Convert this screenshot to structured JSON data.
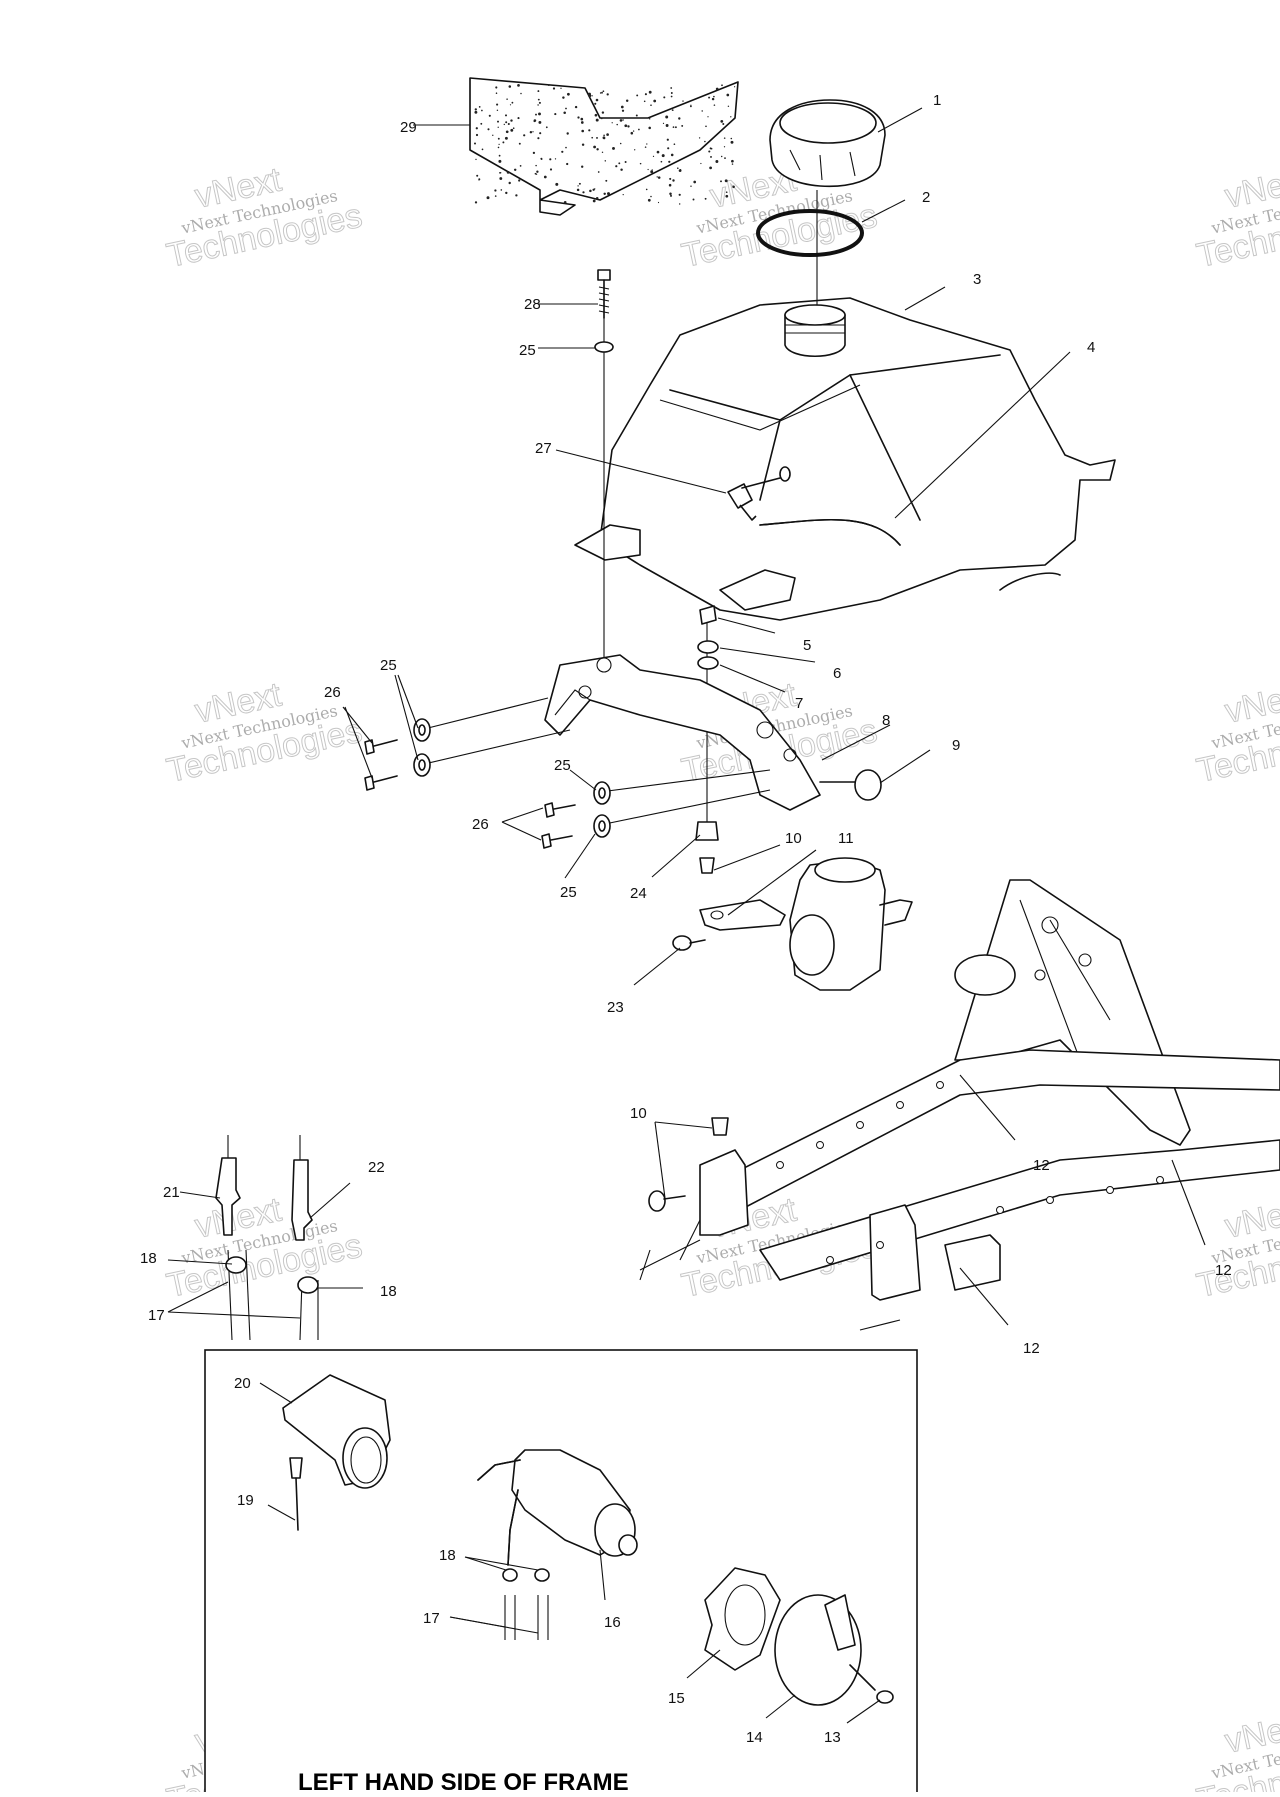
{
  "callouts": {
    "c1": "1",
    "c2": "2",
    "c3": "3",
    "c4": "4",
    "c5": "5",
    "c6": "6",
    "c7": "7",
    "c8": "8",
    "c9": "9",
    "c10a": "10",
    "c10b": "10",
    "c11": "11",
    "c12a": "12",
    "c12b": "12",
    "c12c": "12",
    "c13": "13",
    "c14": "14",
    "c15": "15",
    "c16": "16",
    "c17a": "17",
    "c17b": "17",
    "c18a": "18",
    "c18b": "18",
    "c18c": "18",
    "c19": "19",
    "c20": "20",
    "c21": "21",
    "c22": "22",
    "c23": "23",
    "c24": "24",
    "c25a": "25",
    "c25b": "25",
    "c25c": "25",
    "c25d": "25",
    "c26a": "26",
    "c26b": "26",
    "c27": "27",
    "c28": "28",
    "c29": "29"
  },
  "inset": {
    "caption": "LEFT HAND SIDE OF FRAME"
  },
  "watermark": {
    "line1": "vNext",
    "line2": "vNext Technologies",
    "line3": "Technologies"
  }
}
